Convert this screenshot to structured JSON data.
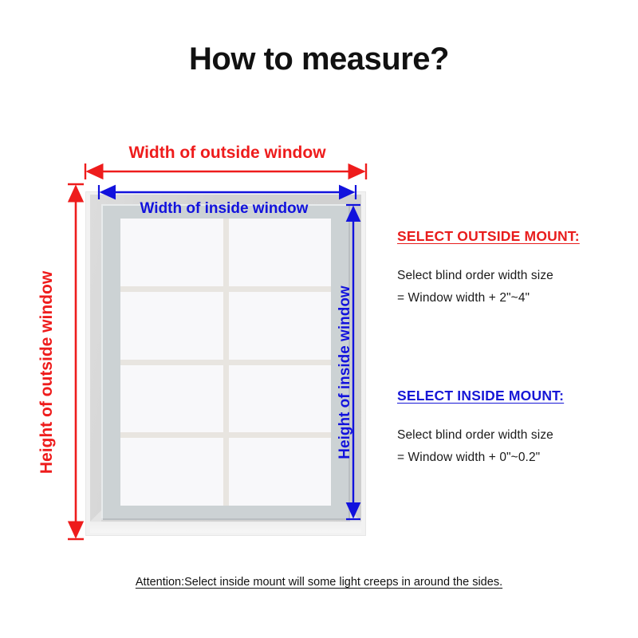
{
  "page": {
    "title": "How to measure?"
  },
  "diagram": {
    "dimensions": {
      "width_outside": "Width of outside window",
      "width_inside": "Width of inside window",
      "height_outside": "Height of outside window",
      "height_inside": "Height of inside window"
    },
    "window": {
      "pane_columns": 2,
      "pane_rows": 4
    }
  },
  "instructions": {
    "outside_mount": {
      "heading": "SELECT OUTSIDE MOUNT:",
      "line1": "Select blind order width size",
      "line2": "= Window width + 2\"~4\""
    },
    "inside_mount": {
      "heading": "SELECT INSIDE MOUNT:",
      "line1": "Select blind order width size",
      "line2": "= Window width + 0\"~0.2\""
    }
  },
  "footer": {
    "attention": "Attention:Select inside mount will some light creeps in around the sides."
  },
  "colors": {
    "outside_accent": "#ee1c1c",
    "inside_accent": "#1212dd",
    "text": "#111111",
    "frame": "#d2d2d2",
    "glass": "#f8f8fa"
  }
}
